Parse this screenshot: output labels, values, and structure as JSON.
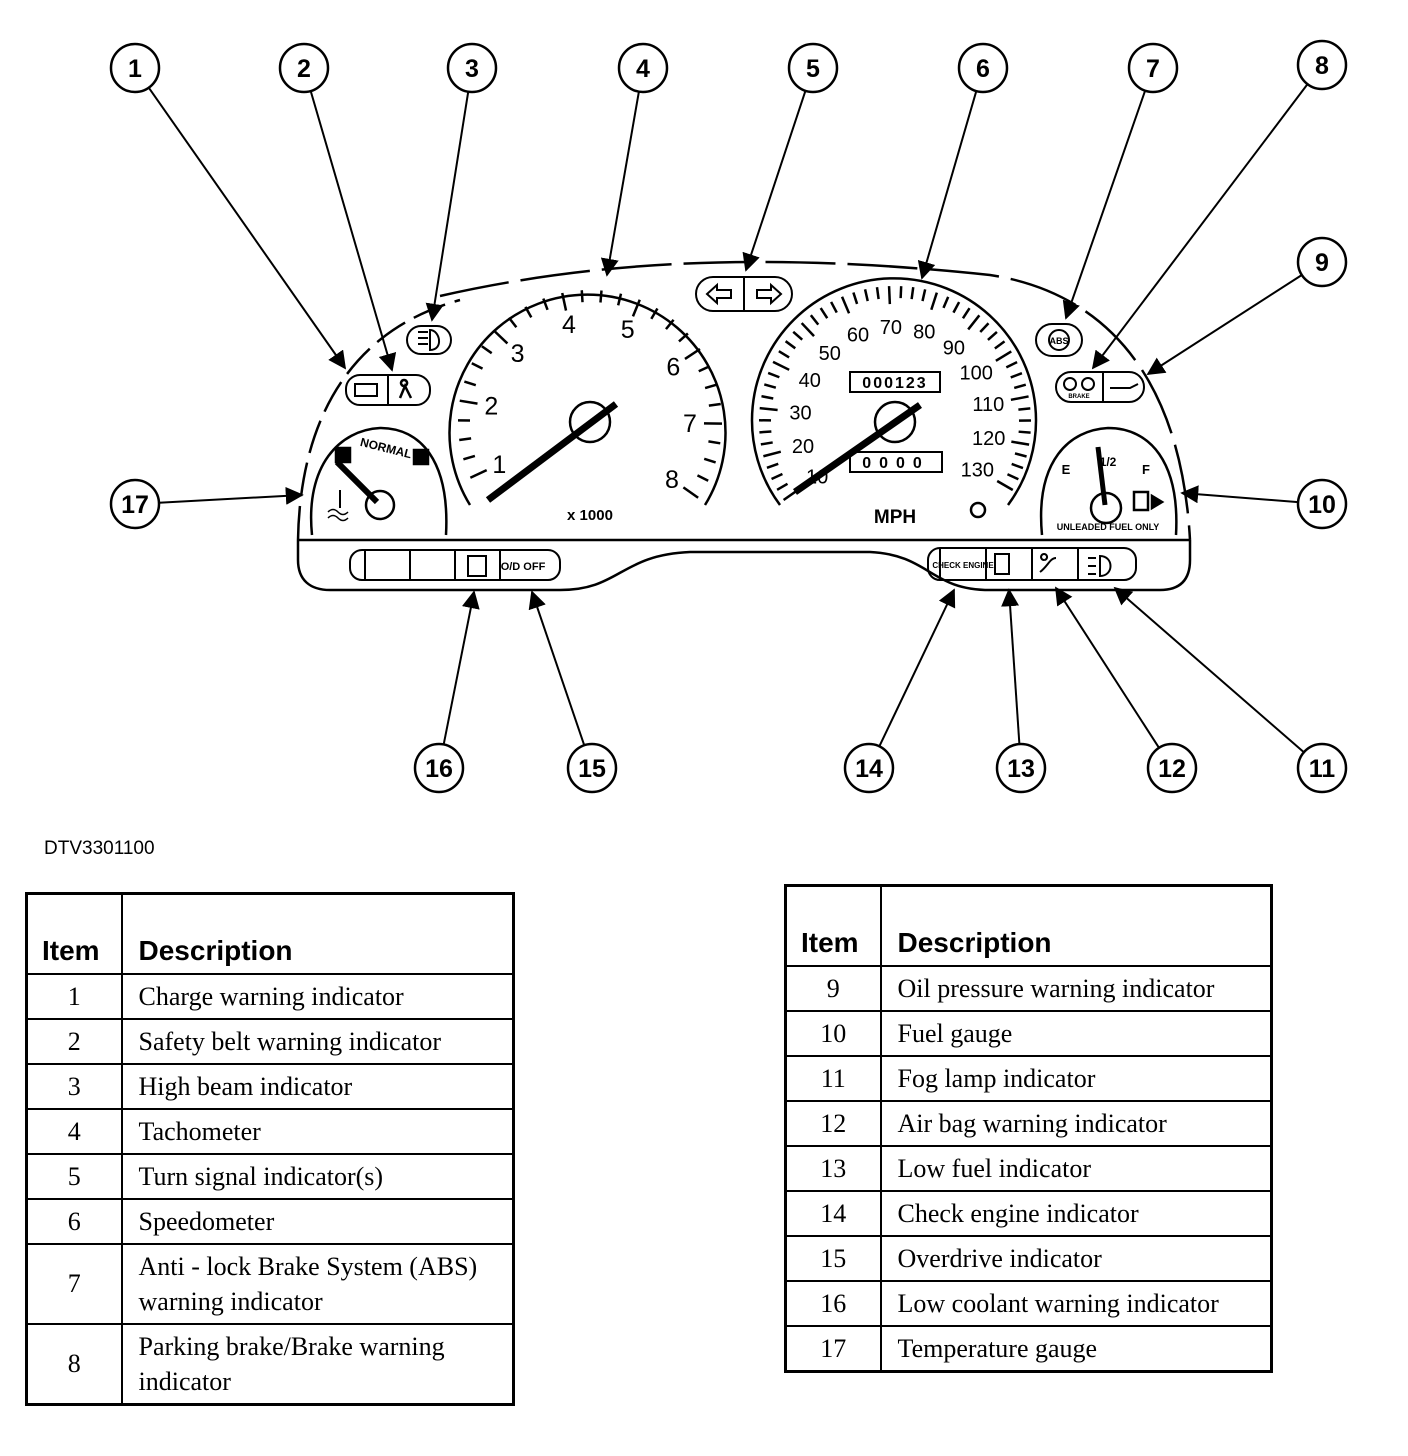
{
  "callouts": [
    {
      "n": "1"
    },
    {
      "n": "2"
    },
    {
      "n": "3"
    },
    {
      "n": "4"
    },
    {
      "n": "5"
    },
    {
      "n": "6"
    },
    {
      "n": "7"
    },
    {
      "n": "8"
    },
    {
      "n": "9"
    },
    {
      "n": "10"
    },
    {
      "n": "11"
    },
    {
      "n": "12"
    },
    {
      "n": "13"
    },
    {
      "n": "14"
    },
    {
      "n": "15"
    },
    {
      "n": "16"
    },
    {
      "n": "17"
    }
  ],
  "tachometer": {
    "ticks": [
      "1",
      "2",
      "3",
      "4",
      "5",
      "6",
      "7",
      "8"
    ],
    "multiplier": "x 1000"
  },
  "speedometer": {
    "ticks": [
      "10",
      "20",
      "30",
      "40",
      "50",
      "60",
      "70",
      "80",
      "90",
      "100",
      "110",
      "120",
      "130"
    ],
    "odometer": "000123",
    "trip": "0000",
    "unit": "MPH"
  },
  "temp_gauge": {
    "label": "NORMAL"
  },
  "fuel_gauge": {
    "empty": "E",
    "half": "1/2",
    "full": "F",
    "note": "UNLEADED FUEL ONLY"
  },
  "indicators": {
    "overdrive": "O/D OFF",
    "check_engine": "CHECK ENGINE",
    "abs": "ABS",
    "brake": "BRAKE"
  },
  "figure_code": "DTV3301100",
  "table_left": {
    "header_item": "Item",
    "header_desc": "Description",
    "rows": [
      {
        "item": "1",
        "desc": "Charge warning indicator"
      },
      {
        "item": "2",
        "desc": "Safety belt warning indicator"
      },
      {
        "item": "3",
        "desc": "High beam indicator"
      },
      {
        "item": "4",
        "desc": "Tachometer"
      },
      {
        "item": "5",
        "desc": "Turn signal indicator(s)"
      },
      {
        "item": "6",
        "desc": "Speedometer"
      },
      {
        "item": "7",
        "desc": "Anti - lock Brake System (ABS) warning indicator"
      },
      {
        "item": "8",
        "desc": "Parking brake/Brake warning indicator"
      }
    ]
  },
  "table_right": {
    "header_item": "Item",
    "header_desc": "Description",
    "rows": [
      {
        "item": "9",
        "desc": "Oil pressure warning indicator"
      },
      {
        "item": "10",
        "desc": "Fuel gauge"
      },
      {
        "item": "11",
        "desc": "Fog lamp indicator"
      },
      {
        "item": "12",
        "desc": "Air bag warning indicator"
      },
      {
        "item": "13",
        "desc": "Low fuel indicator"
      },
      {
        "item": "14",
        "desc": "Check engine indicator"
      },
      {
        "item": "15",
        "desc": "Overdrive indicator"
      },
      {
        "item": "16",
        "desc": "Low coolant warning indicator"
      },
      {
        "item": "17",
        "desc": "Temperature gauge"
      }
    ]
  }
}
